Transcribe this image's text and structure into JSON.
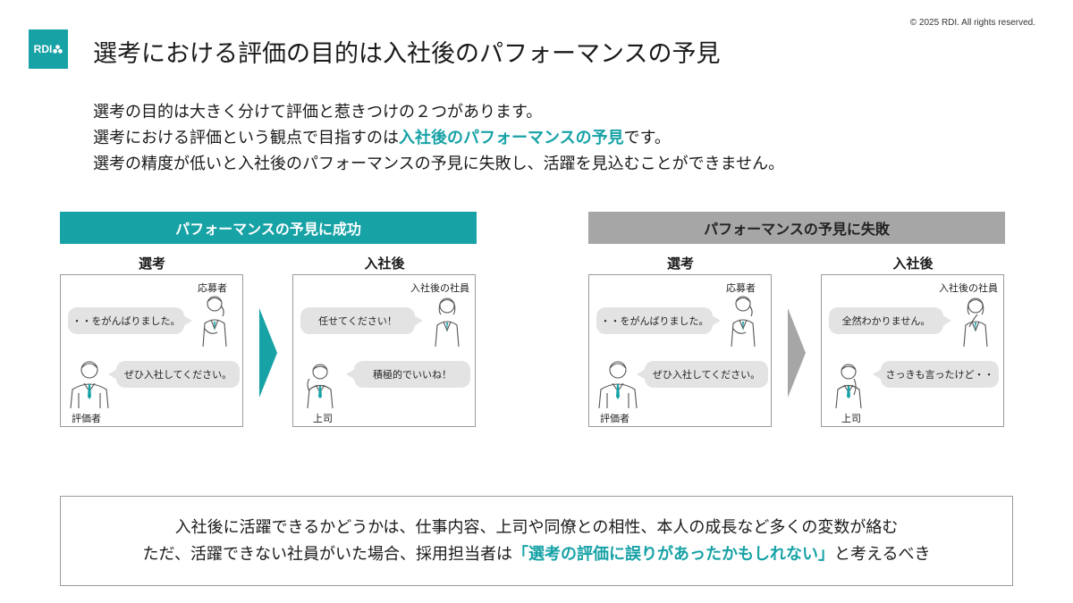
{
  "copyright": "© 2025 RDI.  All rights reserved.",
  "logo_text": "RDI",
  "title": "選考における評価の目的は入社後のパフォーマンスの予見",
  "intro": {
    "line1": "選考の目的は大きく分けて評価と惹きつけの２つがあります。",
    "line2_prefix": "選考における評価という観点で目指すのは",
    "line2_highlight": "入社後のパフォーマンスの予見",
    "line2_suffix": "です。",
    "line3": "選考の精度が低いと入社後のパフォーマンスの予見に失敗し、活躍を見込むことができません。"
  },
  "accent_color": "#17a2a6",
  "failure_color": "#a6a6a6",
  "success": {
    "banner": "パフォーマンスの予見に成功",
    "selection": {
      "label": "選考",
      "applicant_role": "応募者",
      "applicant_says": "・・をがんばりました。",
      "evaluator_role": "評価者",
      "evaluator_says": "ぜひ入社してください。"
    },
    "after": {
      "label": "入社後",
      "employee_role": "入社後の社員",
      "employee_says": "任せてください！",
      "boss_role": "上司",
      "boss_says": "積極的でいいね！"
    }
  },
  "failure": {
    "banner": "パフォーマンスの予見に失敗",
    "selection": {
      "label": "選考",
      "applicant_role": "応募者",
      "applicant_says": "・・をがんばりました。",
      "evaluator_role": "評価者",
      "evaluator_says": "ぜひ入社してください。"
    },
    "after": {
      "label": "入社後",
      "employee_role": "入社後の社員",
      "employee_says": "全然わかりません。",
      "boss_role": "上司",
      "boss_says": "さっきも言ったけど・・"
    }
  },
  "summary": {
    "line1": "入社後に活躍できるかどうかは、仕事内容、上司や同僚との相性、本人の成長など多くの変数が絡む",
    "line2_prefix": "ただ、活躍できない社員がいた場合、採用担当者は",
    "line2_highlight": "「選考の評価に誤りがあったかもしれない」",
    "line2_suffix": "と考えるべき"
  }
}
